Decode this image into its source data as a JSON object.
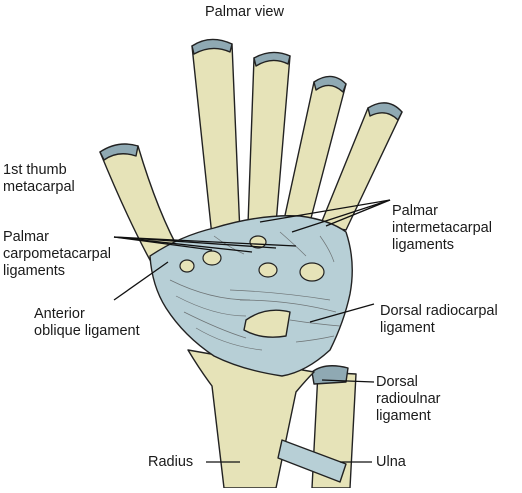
{
  "title": "Palmar view",
  "labels": {
    "thumb_metacarpal": "1st thumb\nmetacarpal",
    "palmar_cmc": "Palmar\ncarpometacarpal\nligaments",
    "anterior_oblique": "Anterior\noblique ligament",
    "palmar_intermetacarpal": "Palmar\nintermetacarpal\nligaments",
    "dorsal_radiocarpal": "Dorsal radiocarpal\nligament",
    "dorsal_radioulnar": "Dorsal\nradioulnar\nligament",
    "radius": "Radius",
    "ulna": "Ulna"
  },
  "colors": {
    "bone": "#e6e3b8",
    "bone_shade": "#c9c594",
    "cartilage": "#8fa9b3",
    "ligament": "#b7cfd6",
    "outline": "#222222"
  }
}
